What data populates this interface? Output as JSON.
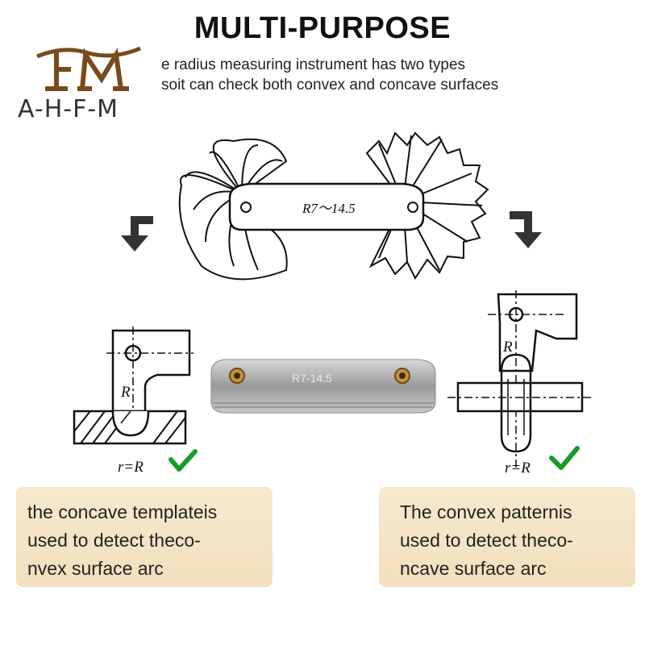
{
  "header": {
    "title": "MULTI-PURPOSE",
    "subtitle_line1": "e radius measuring instrument has two types",
    "subtitle_line2": "soit can check both convex and concave surfaces"
  },
  "brand": {
    "logo_text": "A-H-F-M",
    "monogram": "FM",
    "colors": {
      "logo_brown": "#7a4a1c",
      "logo_text": "#333333"
    }
  },
  "gauge": {
    "engraved_label": "R7～14.5",
    "photo_label": "R7-14.5"
  },
  "diagrams": {
    "left": {
      "radius_label": "R",
      "formula": "r=R",
      "check_icon": "check-icon"
    },
    "right": {
      "radius_label": "R",
      "formula": "r=R",
      "check_icon": "check-icon"
    }
  },
  "cards": {
    "left": {
      "line1": "the concave templateis",
      "line2": "used to detect theco-",
      "line3": "nvex surface arc"
    },
    "right": {
      "line1": "The convex patternis",
      "line2": "used to detect theco-",
      "line3": "ncave surface arc"
    }
  },
  "colors": {
    "card_bg": "#f4e4c4",
    "check_green": "#1a9a2a",
    "arrow_dark": "#333333"
  }
}
